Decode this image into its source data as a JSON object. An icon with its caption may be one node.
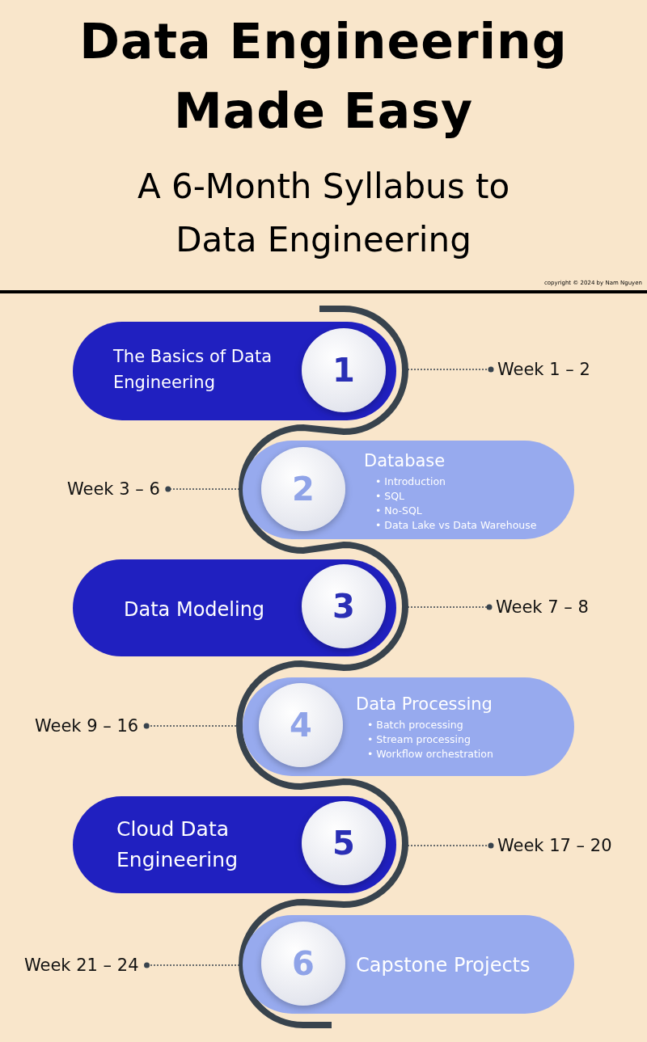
{
  "diagram": {
    "title": "Data Engineering Made Easy",
    "nodes": [
      {
        "text": [
          "The Basics of Data Engineering"
        ]
      },
      {
        "text": [
          "1"
        ],
        "in": 0
      },
      {
        "text": [
          "Week 1 – 2"
        ]
      },
      {
        "text": [
          "Database",
          "• Introduction",
          "• SQL",
          "• No-SQL",
          "• Data Lake vs Data Warehouse"
        ]
      },
      {
        "text": [
          "2"
        ],
        "in": 3
      },
      {
        "text": [
          "Week 3 – 6"
        ]
      },
      {
        "text": [
          "Data Modeling"
        ]
      },
      {
        "text": [
          "3"
        ],
        "in": 6
      },
      {
        "text": [
          "Week 7 – 8"
        ]
      },
      {
        "text": [
          "Data Processing",
          "• Batch processing",
          "• Stream processing",
          "• Workflow orchestration"
        ]
      },
      {
        "text": [
          "4"
        ],
        "in": 9
      },
      {
        "text": [
          "Week 9 – 16"
        ]
      },
      {
        "text": [
          "Cloud Data Engineering"
        ]
      },
      {
        "text": [
          "5"
        ],
        "in": 12
      },
      {
        "text": [
          "Week 17 – 20"
        ]
      },
      {
        "text": [
          "Capstone Projects"
        ]
      },
      {
        "text": [
          "6"
        ],
        "in": 15
      },
      {
        "text": [
          "Week 21 – 24"
        ]
      }
    ],
    "edges": [
      {
        "from": 0,
        "to": 2,
        "arrow": "other",
        "style": "dashed"
      },
      {
        "from": 3,
        "to": 5,
        "arrow": "other",
        "style": "dashed"
      },
      {
        "from": 6,
        "to": 8,
        "arrow": "other",
        "style": "dashed"
      },
      {
        "from": 9,
        "to": 11,
        "arrow": "other",
        "style": "dashed"
      },
      {
        "from": 12,
        "to": 14,
        "arrow": "other",
        "style": "dashed"
      },
      {
        "from": 15,
        "to": 17,
        "arrow": "other",
        "style": "dashed"
      }
    ],
    "labels": [
      "A 6-Month Syllabus to Data Engineering",
      "copyright © 2024 by Nam Nguyen"
    ]
  }
}
